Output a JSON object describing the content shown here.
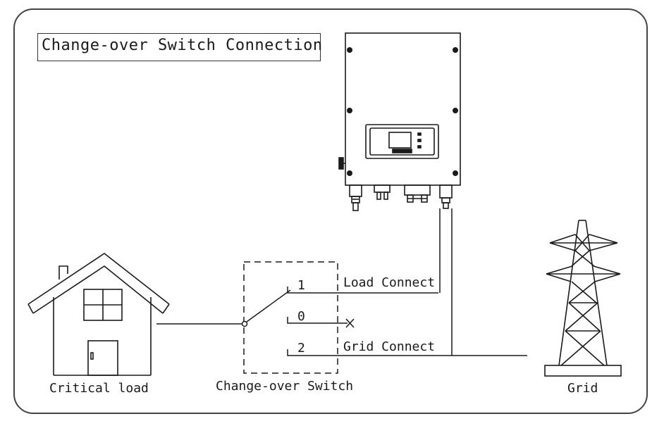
{
  "title": "Change-over Switch Connection",
  "labels": {
    "critical_load": "Critical load",
    "switch": "Change-over Switch",
    "grid": "Grid",
    "pos1": "1",
    "pos0": "0",
    "pos2": "2",
    "load_connect": "Load Connect",
    "grid_connect": "Grid Connect"
  },
  "icons": [
    "house-icon",
    "inverter-icon",
    "transmission-tower-icon",
    "switch-symbol"
  ]
}
